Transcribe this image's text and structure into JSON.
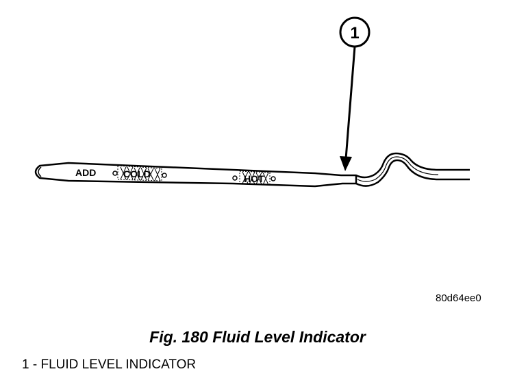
{
  "diagram": {
    "callout_number": "1",
    "markings": {
      "add": "ADD",
      "cold": "COLD",
      "hot": "HOT"
    }
  },
  "figure_id": "80d64ee0",
  "caption": "Fig. 180 Fluid Level Indicator",
  "legend": [
    {
      "number": "1",
      "separator": " - ",
      "text": "FLUID LEVEL INDICATOR"
    }
  ],
  "colors": {
    "line": "#000000",
    "background": "#ffffff"
  }
}
